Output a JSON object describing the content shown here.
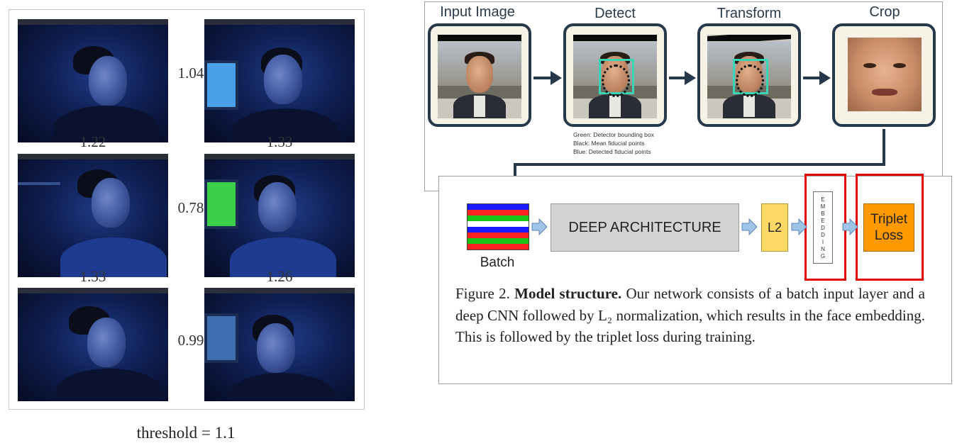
{
  "face_grid": {
    "rows": [
      {
        "pair_distance": "1.04",
        "left_score": "1.22",
        "right_score": "1.33"
      },
      {
        "pair_distance": "0.78",
        "left_score": "1.33",
        "right_score": "1.26"
      },
      {
        "pair_distance": "0.99",
        "left_score": "",
        "right_score": ""
      }
    ],
    "threshold_label": "threshold = 1.1"
  },
  "pipeline": {
    "steps": [
      "Input Image",
      "Detect",
      "Transform",
      "Crop"
    ],
    "legend": [
      "Green: Detector bounding box",
      "Black: Mean fiducial points",
      "Blue: Detected fiducial points"
    ]
  },
  "model_structure": {
    "batch_label": "Batch",
    "deep_architecture_label": "DEEP ARCHITECTURE",
    "l2_label": "L2",
    "embedding_letters": [
      "E",
      "M",
      "B",
      "E",
      "D",
      "D",
      "I",
      "N",
      "G"
    ],
    "triplet_loss_line1": "Triplet",
    "triplet_loss_line2": "Loss",
    "batch_colors": [
      "#1a1aff",
      "#ff2020",
      "#18c418",
      "#ffffff",
      "#1a1aff",
      "#ff2020",
      "#18c418",
      "#ff2020"
    ],
    "highlight_color": "#e00000"
  },
  "caption": {
    "prefix": "Figure 2. ",
    "bold": "Model structure.",
    "text": " Our network consists of a batch input layer and a deep CNN followed by L₂ normalization, which results in the face embedding. This is followed by the triplet loss during training."
  }
}
